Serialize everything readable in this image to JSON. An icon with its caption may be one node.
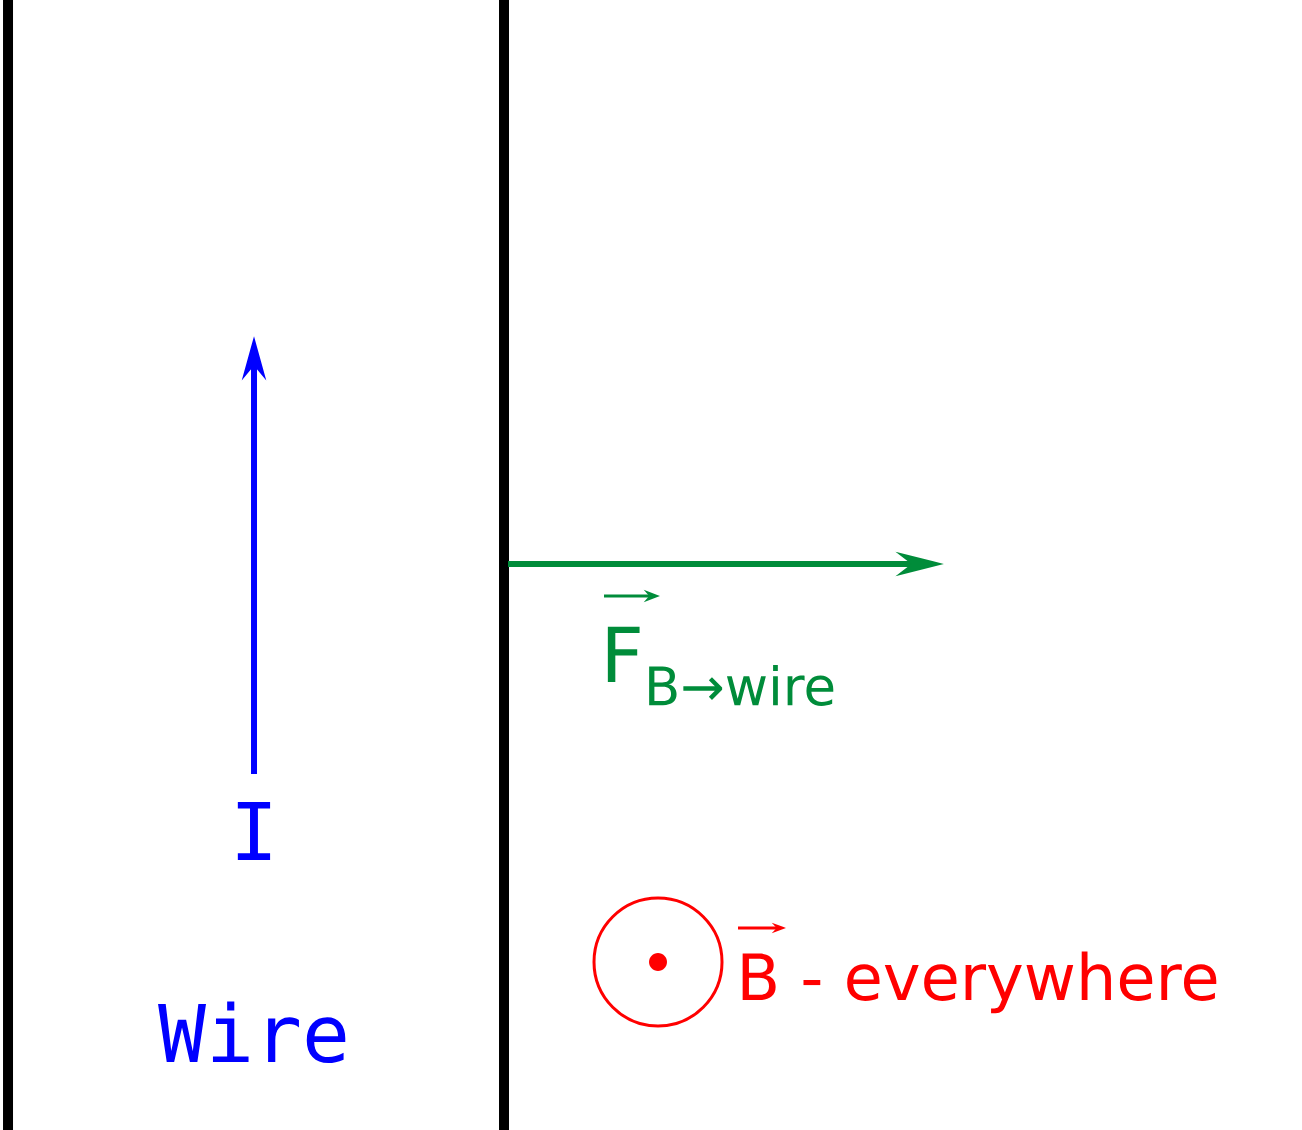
{
  "diagram": {
    "labels": [
      "I",
      "Wire",
      "F$_{B→wire}$",
      "B - everywhere"
    ]
  }
}
